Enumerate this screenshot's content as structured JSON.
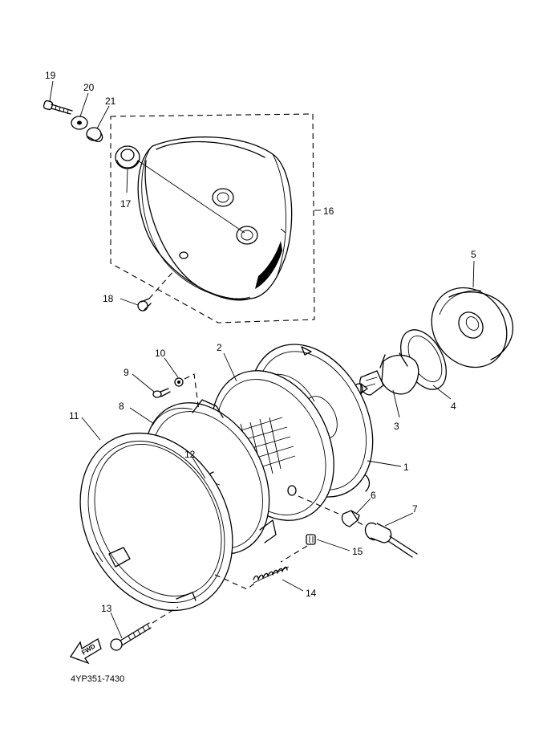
{
  "parts": [
    {
      "id": "1",
      "label": "1"
    },
    {
      "id": "2",
      "label": "2"
    },
    {
      "id": "3",
      "label": "3"
    },
    {
      "id": "4",
      "label": "4"
    },
    {
      "id": "5",
      "label": "5"
    },
    {
      "id": "6",
      "label": "6"
    },
    {
      "id": "7",
      "label": "7"
    },
    {
      "id": "8",
      "label": "8"
    },
    {
      "id": "9",
      "label": "9"
    },
    {
      "id": "10",
      "label": "10"
    },
    {
      "id": "11",
      "label": "11"
    },
    {
      "id": "12",
      "label": "12"
    },
    {
      "id": "13",
      "label": "13"
    },
    {
      "id": "14",
      "label": "14"
    },
    {
      "id": "15",
      "label": "15"
    },
    {
      "id": "16",
      "label": "16"
    },
    {
      "id": "17",
      "label": "17"
    },
    {
      "id": "18",
      "label": "18"
    },
    {
      "id": "19",
      "label": "19"
    },
    {
      "id": "20",
      "label": "20"
    },
    {
      "id": "21",
      "label": "21"
    }
  ],
  "direction_arrow": {
    "label": "FWD",
    "icon": "fwd-arrow-icon"
  },
  "diagram_code": "4YP351-7430"
}
